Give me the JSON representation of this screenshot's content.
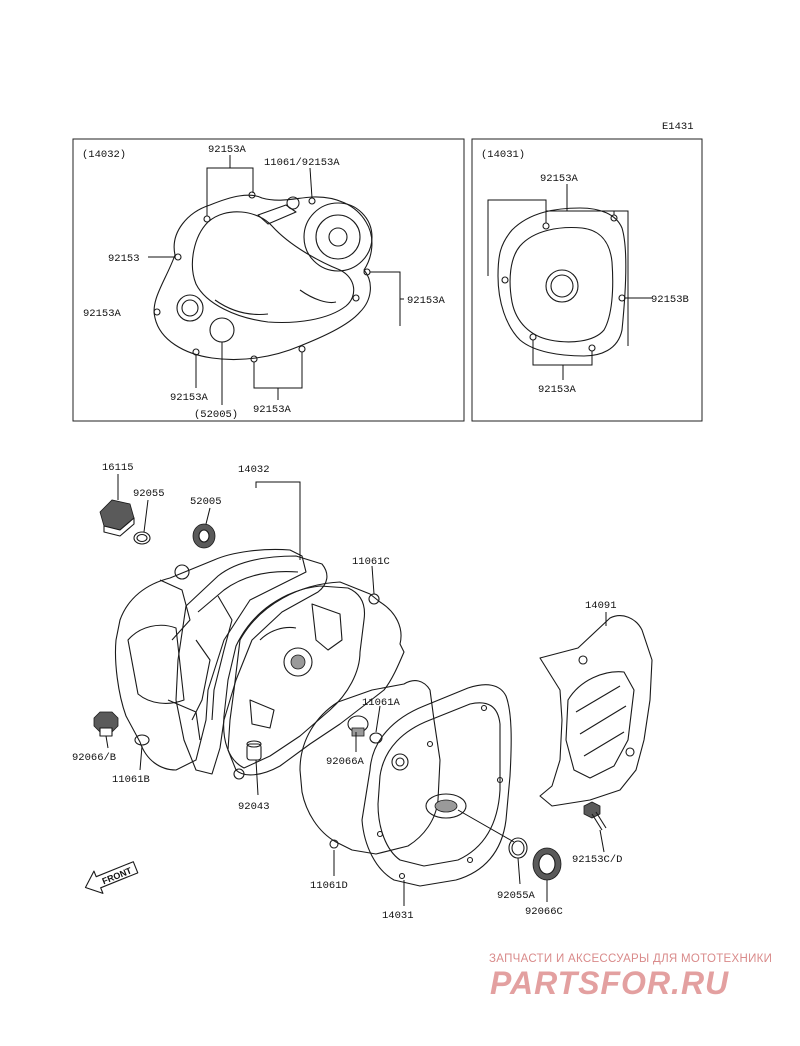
{
  "diagram_code": "E1431",
  "inset_left": {
    "ref": "(14032)",
    "labels": {
      "top_92153A": "92153A",
      "top_11061": "11061/92153A",
      "left_92153": "92153",
      "left_92153A": "92153A",
      "right_92153A": "92153A",
      "bottom_92153A_left": "92153A",
      "bottom_52005": "(52005)",
      "bottom_92153A_right": "92153A"
    }
  },
  "inset_right": {
    "ref": "(14031)",
    "labels": {
      "top_92153A": "92153A",
      "right_92153B": "92153B",
      "bottom_92153A": "92153A"
    }
  },
  "main": {
    "labels": {
      "p16115": "16115",
      "p92055": "92055",
      "p14032": "14032",
      "p52005": "52005",
      "p11061C": "11061C",
      "p14091": "14091",
      "p11061A": "11061A",
      "p92066A": "92066A",
      "p92066B": "92066/B",
      "p11061B": "11061B",
      "p92043": "92043",
      "p92153CD": "92153C/D",
      "p11061D": "11061D",
      "p92055A": "92055A",
      "p14031": "14031",
      "p92066C": "92066C",
      "front": "FRONT"
    }
  },
  "watermark": {
    "subtitle": "ЗАПЧАСТИ И АКСЕССУАРЫ ДЛЯ МОТОТЕХНИКИ",
    "logo_text": "PARTSFOR.RU"
  },
  "colors": {
    "line": "#1a1a1a",
    "watermark": "#e3a0a0"
  }
}
